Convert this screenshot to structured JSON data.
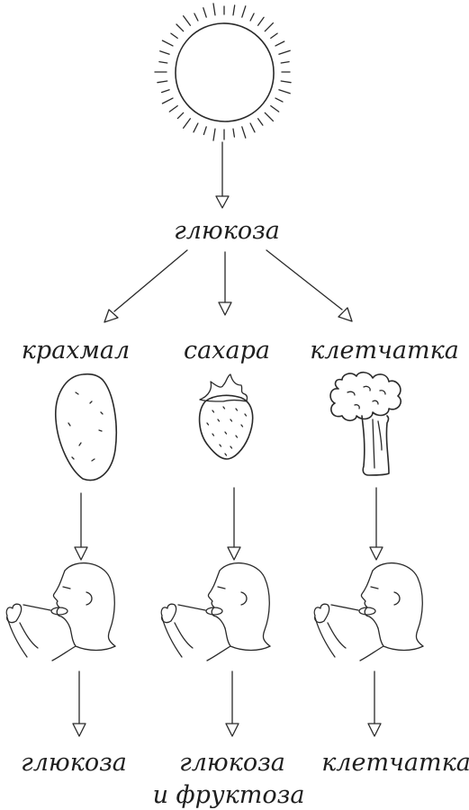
{
  "top_node": {
    "label": "глюкоза",
    "icon": "sun-icon"
  },
  "categories": [
    {
      "id": "starch",
      "label": "крахмал",
      "icon": "potato-icon",
      "result": [
        "глюкоза"
      ]
    },
    {
      "id": "sugars",
      "label": "сахара",
      "icon": "strawberry-icon",
      "result": [
        "глюкоза",
        "и фруктоза"
      ]
    },
    {
      "id": "fiber",
      "label": "клетчатка",
      "icon": "broccoli-icon",
      "result": [
        "клетчатка"
      ]
    }
  ],
  "eater_icon": "person-eating-icon",
  "colors": {
    "ink": "#2a2a2a",
    "background": "#ffffff"
  }
}
